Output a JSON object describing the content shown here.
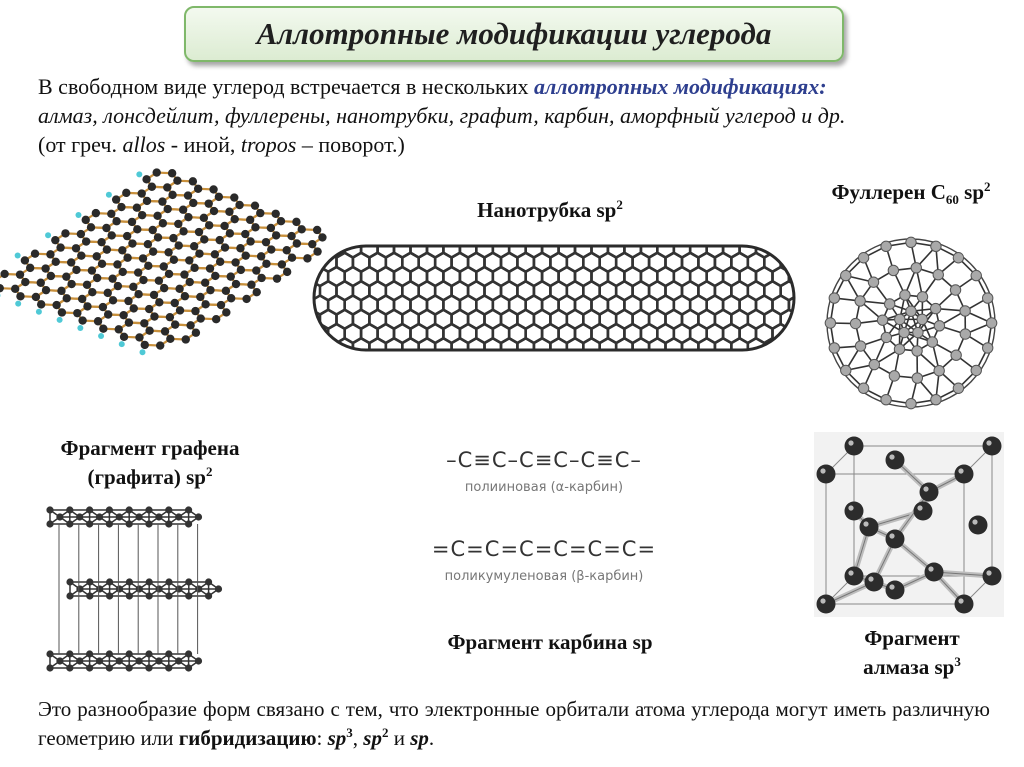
{
  "title": "Аллотропные модификации углерода",
  "intro": {
    "line1_plain": "В свободном виде углерод встречается в нескольких ",
    "line1_accent": "аллотропных модификациях:",
    "line2": "алмаз, лонсдейлит, фуллерены, нанотрубки, графит, карбин, аморфный углерод и др.",
    "line3_a": "(от греч. ",
    "line3_allos": "allos",
    "line3_b": " - иной, ",
    "line3_tropos": "tropos",
    "line3_c": " – поворот.)"
  },
  "labels": {
    "nanotube": "Нанотрубка sp",
    "nanotube_sup": "2",
    "fullerene_a": "Фуллерен С",
    "fullerene_sub": "60",
    "fullerene_b": " sp",
    "fullerene_sup": "2",
    "graphene_line1": "Фрагмент графена",
    "graphene_line2": "(графита) sp",
    "graphene_sup": "2",
    "carbyne": "Фрагмент карбина sp",
    "diamond_line1": "Фрагмент",
    "diamond_line2": "алмаза sp",
    "diamond_sup": "3"
  },
  "carbyne": {
    "alpha_formula": "–C≡C–C≡C–C≡C–",
    "alpha_name": "полииновая (α-карбин)",
    "beta_formula": "=C=C=C=C=C=C=",
    "beta_name": "поликумуленовая (β-карбин)"
  },
  "footer": {
    "text_a": "Это разнообразие форм связано с тем, что электронные орбитали атома углерода могут иметь различную геометрию или ",
    "bold": "гибридизацию",
    "text_b": ": ",
    "sp3": "sp",
    "sp3_sup": "3",
    "comma1": ", ",
    "sp2": "sp",
    "sp2_sup": "2",
    "and": " и ",
    "sp": "sp",
    "end": "."
  },
  "colors": {
    "title_border": "#7fb86a",
    "accent": "#2e3f8f",
    "atom": "#2a2a2a",
    "bond_graphene": "#c8903c",
    "hydrogen": "#4fc9d6"
  }
}
